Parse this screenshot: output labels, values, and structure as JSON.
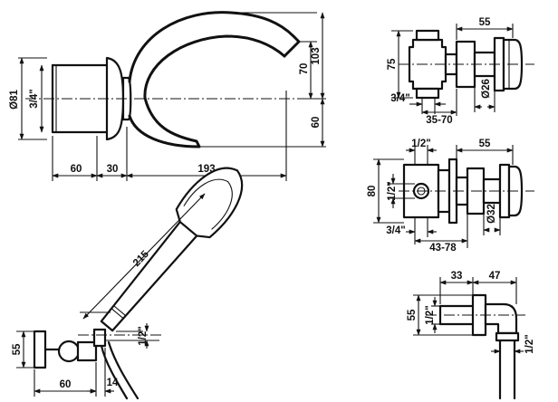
{
  "views": {
    "spout": {
      "dims": {
        "d_width_60": "60",
        "d_width_30": "30",
        "d_width_193": "193",
        "d_dia_81": "Ø81",
        "d_thread_34": "3/4\"",
        "d_height_103": "103",
        "d_height_70": "70",
        "d_height_60": "60"
      }
    },
    "diverter_small": {
      "dims": {
        "d_width_55": "55",
        "d_height_75": "75",
        "d_thread_34": "3/4\"",
        "d_range_35_70": "35-70",
        "d_dia_26": "Ø26"
      }
    },
    "diverter_large": {
      "dims": {
        "d_thread_12_top": "1/2\"",
        "d_width_55": "55",
        "d_height_80": "80",
        "d_thread_12_side": "1/2\"",
        "d_dia_32": "Ø32",
        "d_thread_34": "3/4\"",
        "d_range_43_78": "43-78"
      }
    },
    "hand_shower": {
      "dims": {
        "d_length_215": "215",
        "d_thread_12": "1/2\"",
        "d_height_55": "55",
        "d_width_60": "60",
        "d_width_14": "14"
      }
    },
    "hose_outlet": {
      "dims": {
        "d_width_33": "33",
        "d_width_47": "47",
        "d_height_55": "55",
        "d_thread_12_side": "1/2\"",
        "d_thread_12_bottom": "1/2\""
      }
    }
  }
}
